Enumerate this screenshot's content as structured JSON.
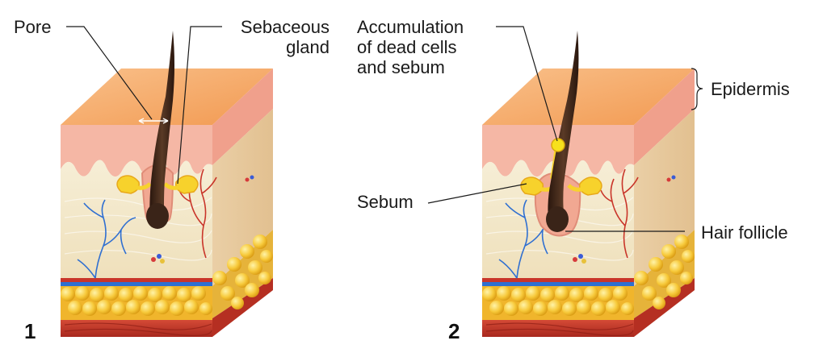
{
  "panels": [
    {
      "number": "1",
      "labels": {
        "pore": "Pore",
        "sebaceous_gland_line1": "Sebaceous",
        "sebaceous_gland_line2": "gland"
      }
    },
    {
      "number": "2",
      "labels": {
        "accumulation_line1": "Accumulation",
        "accumulation_line2": "of dead cells",
        "accumulation_line3": "and sebum",
        "epidermis": "Epidermis",
        "sebum": "Sebum",
        "hair_follicle": "Hair follicle"
      }
    }
  ],
  "colors": {
    "epidermis_top": "#f4a360",
    "epidermis_pink": "#f5b7a5",
    "dermis": "#f3e7c7",
    "fat": "#f7c93a",
    "muscle": "#c9352a",
    "hair": "#3a2418",
    "sebum": "#f7d22c"
  }
}
